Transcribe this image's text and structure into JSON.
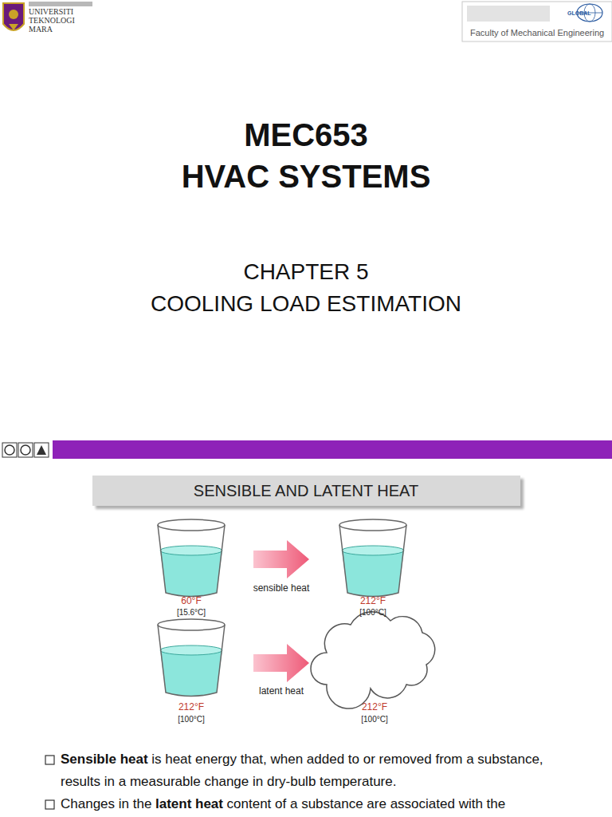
{
  "diagram": {
    "title": "MEC653",
    "nodes": [
      {
        "text": [
          "SENSIBLE AND LATENT HEAT"
        ]
      }
    ],
    "labels": [
      "UNIVERSITI",
      "TEKNOLOGI",
      "MARA",
      "GLOBAL",
      "Faculty of Mechanical Engineering",
      "HVAC SYSTEMS",
      "CHAPTER 5",
      "COOLING LOAD ESTIMATION",
      "60°F",
      "[15.6°C]",
      "sensible heat",
      "212°F",
      "[100°C]",
      "212°F",
      "[100°C]",
      "latent heat",
      "212°F",
      "[100°C]",
      "Sensible heat",
      "is heat energy that, when added to or removed from a substance, results in a measurable change in dry-bulb temperature.",
      "Changes in the",
      "latent heat",
      "content of a substance are associated with the"
    ]
  }
}
